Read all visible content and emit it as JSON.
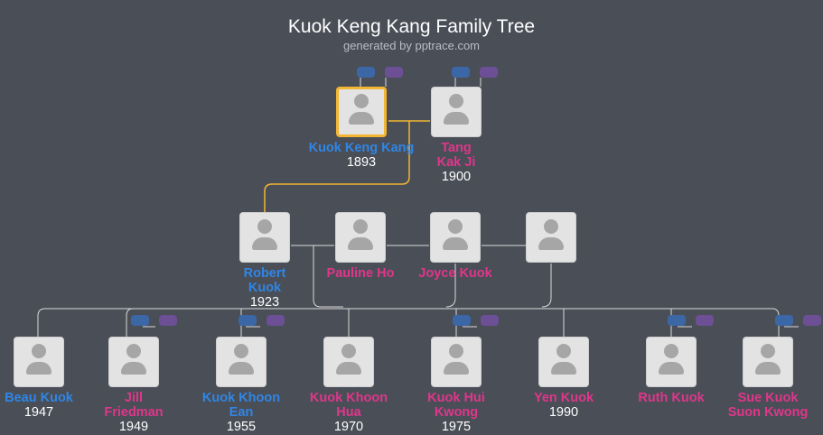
{
  "header": {
    "title": "Kuok Keng Kang Family Tree",
    "subtitle": "generated by pptrace.com"
  },
  "colors": {
    "background": "#4a4e57",
    "male": "#2f86e6",
    "female": "#e0368b",
    "highlight": "#f2b632",
    "connector": "#d9d9d9",
    "pill_blue": "#3c67a6",
    "pill_purple": "#6d4f96"
  },
  "generations": {
    "grandparents": [
      {
        "name": "Kuok Keng Kang",
        "year": "1893",
        "gender": "male",
        "selected": true
      },
      {
        "name": "Tang Kak Ji",
        "year": "1900",
        "gender": "female",
        "selected": false
      }
    ],
    "parents": [
      {
        "name": "Robert Kuok",
        "year": "1923",
        "gender": "male"
      },
      {
        "name": "Pauline Ho",
        "year": "",
        "gender": "female"
      },
      {
        "name": "Joyce Kuok",
        "year": "",
        "gender": "female"
      },
      {
        "name": "",
        "year": "",
        "gender": "female"
      }
    ],
    "children": [
      {
        "name": "Beau Kuok",
        "year": "1947",
        "gender": "male"
      },
      {
        "name": "Jill Friedman",
        "year": "1949",
        "gender": "female"
      },
      {
        "name": "Kuok Khoon Ean",
        "year": "1955",
        "gender": "male"
      },
      {
        "name": "Kuok Khoon Hua",
        "year": "1970",
        "gender": "female"
      },
      {
        "name": "Kuok Hui Kwong",
        "year": "1975",
        "gender": "female"
      },
      {
        "name": "Yen Kuok",
        "year": "1990",
        "gender": "female"
      },
      {
        "name": "Ruth Kuok",
        "year": "",
        "gender": "female"
      },
      {
        "name": "Sue Kuok Suon Kwong",
        "year": "",
        "gender": "female"
      }
    ]
  }
}
